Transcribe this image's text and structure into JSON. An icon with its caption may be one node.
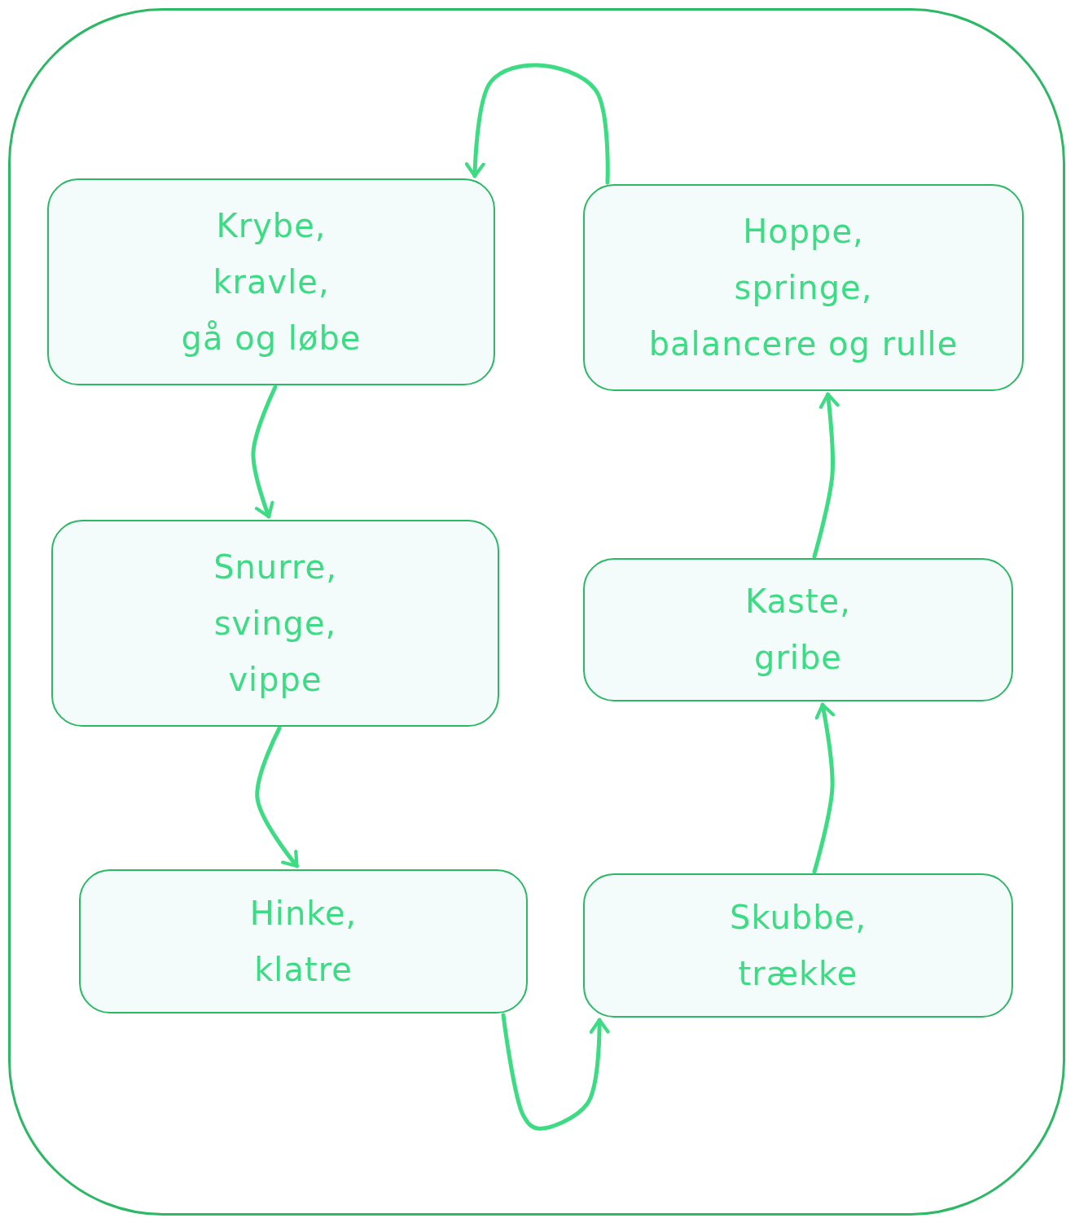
{
  "diagram": {
    "nodes": [
      {
        "text": [],
        "shape": "box"
      },
      {
        "text": [
          "Krybe, kravle, gå og løbe"
        ],
        "in": 0
      },
      {
        "text": [
          "Hoppe, springe, balancere og rulle"
        ],
        "in": 0
      },
      {
        "text": [
          "Snurre, svinge, vippe"
        ],
        "in": 0
      },
      {
        "text": [
          "Kaste, gribe"
        ],
        "in": 0
      },
      {
        "text": [
          "Hinke, klatre"
        ],
        "in": 0
      },
      {
        "text": [
          "Skubbe, trække"
        ],
        "in": 0
      }
    ],
    "edges": [
      {
        "from": 1,
        "to": 3,
        "arrow": "to"
      },
      {
        "from": 3,
        "to": 5,
        "arrow": "to"
      },
      {
        "from": 5,
        "to": 6,
        "arrow": "to"
      },
      {
        "from": 6,
        "to": 4,
        "arrow": "to"
      },
      {
        "from": 4,
        "to": 2,
        "arrow": "to"
      },
      {
        "from": 2,
        "to": 1,
        "arrow": "to"
      }
    ]
  }
}
